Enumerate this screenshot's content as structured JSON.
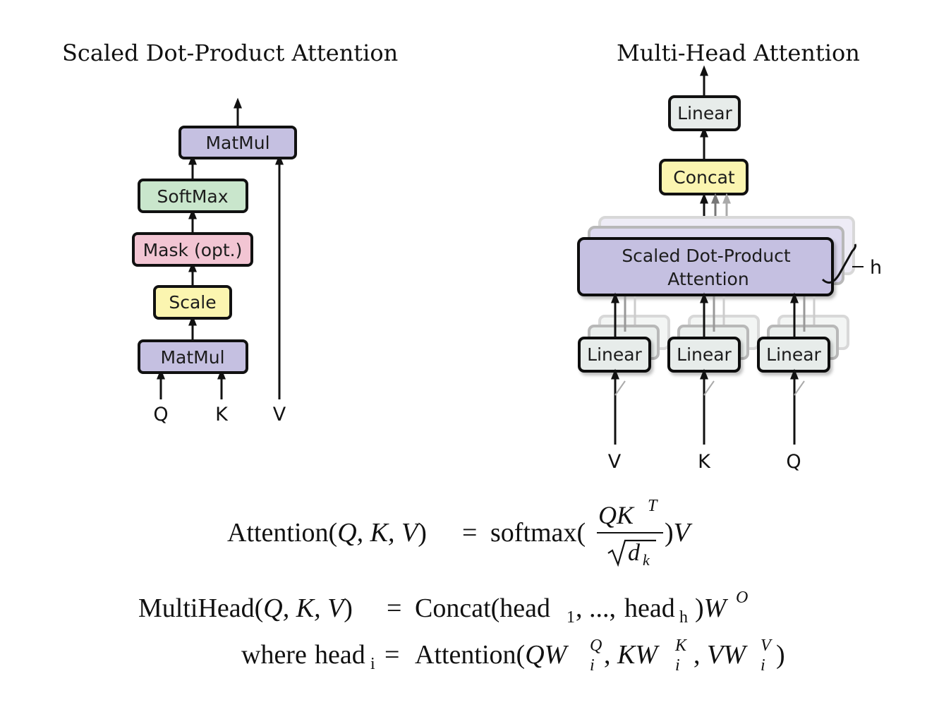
{
  "titles": {
    "left": "Scaled Dot-Product Attention",
    "right": "Multi-Head Attention"
  },
  "left_diagram": {
    "matmul_top": "MatMul",
    "softmax": "SoftMax",
    "mask": "Mask (opt.)",
    "scale": "Scale",
    "matmul_bottom": "MatMul",
    "inputs": [
      "Q",
      "K",
      "V"
    ]
  },
  "right_diagram": {
    "linear_top": "Linear",
    "concat": "Concat",
    "sdpa_line1": "Scaled Dot-Product",
    "sdpa_line2": "Attention",
    "heads_label": "h",
    "linears": [
      "Linear",
      "Linear",
      "Linear"
    ],
    "inputs": [
      "V",
      "K",
      "Q"
    ]
  },
  "equations": {
    "attention": {
      "lhs": "Attention",
      "args": "Q, K, V",
      "eq": "=",
      "fn": "softmax",
      "numerator_Q": "Q",
      "numerator_K": "K",
      "numerator_sup": "T",
      "denominator": "d",
      "denominator_sub": "k",
      "tail": "V"
    },
    "multihead": {
      "lhs": "MultiHead",
      "args": "Q, K, V",
      "eq": "=",
      "concat": "Concat",
      "head": "head",
      "sub1": "1",
      "dots": ", ..., ",
      "subh": "h",
      "W": "W",
      "sup": "O"
    },
    "where": {
      "word": "where",
      "head": "head",
      "sub": "i",
      "eq": "=",
      "fn": "Attention",
      "q": "Q",
      "k": "K",
      "v": "V",
      "W": "W",
      "sub_i": "i",
      "supQ": "Q",
      "supK": "K",
      "supV": "V"
    }
  },
  "colors": {
    "matmul": "#c5c0e1",
    "softmax": "#c9e6cc",
    "mask": "#f2c5d3",
    "scale": "#fbf5b0",
    "linear": "#e7ecea",
    "concat": "#fbf5b0",
    "sdpa": "#c5c0e1",
    "stroke": "#111111"
  }
}
